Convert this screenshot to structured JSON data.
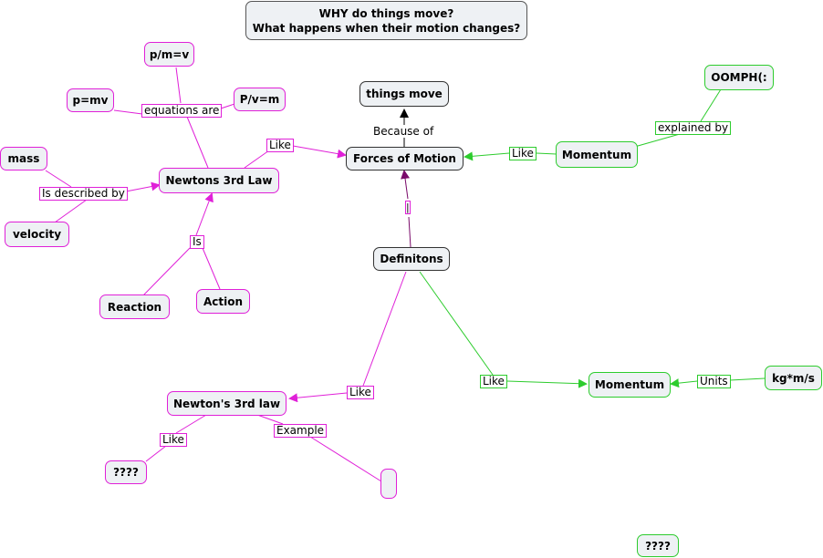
{
  "title": {
    "line1": "WHY do things move?",
    "line2": "What happens when their motion changes?"
  },
  "nodes": {
    "things_move": "things move",
    "forces_of_motion": "Forces of Motion",
    "momentum_top": "Momentum",
    "oomph": "OOMPH(:",
    "newtons_3rd_law_top": "Newtons 3rd Law",
    "p_m_v": "p/m=v",
    "p_mv": "p=mv",
    "P_v_m": "P/v=m",
    "mass": "mass",
    "velocity": "velocity",
    "reaction": "Reaction",
    "action": "Action",
    "definitons": "Definitons",
    "newtons_3rd_law_bottom": "Newton's 3rd law",
    "momentum_bottom": "Momentum",
    "kg_m_s": "kg*m/s",
    "qmarks_left": "????",
    "empty_node": "",
    "qmarks_bottom": "????"
  },
  "links": {
    "because_of": "Because of",
    "like_momentum": "Like",
    "explained_by": "explained by",
    "like_newton": "Like",
    "equations_are": "equations are",
    "is_described_by": "Is described by",
    "is": "Is",
    "pipe": "|",
    "like_def_newton": "Like",
    "like_def_momentum": "Like",
    "units": "Units",
    "like_qmarks": "Like",
    "example": "Example"
  },
  "colors": {
    "black": "#000000",
    "magenta": "#e020d8",
    "purple": "#7a0a6a",
    "green": "#2dcc2d",
    "node_fill": "#eef1f4"
  }
}
